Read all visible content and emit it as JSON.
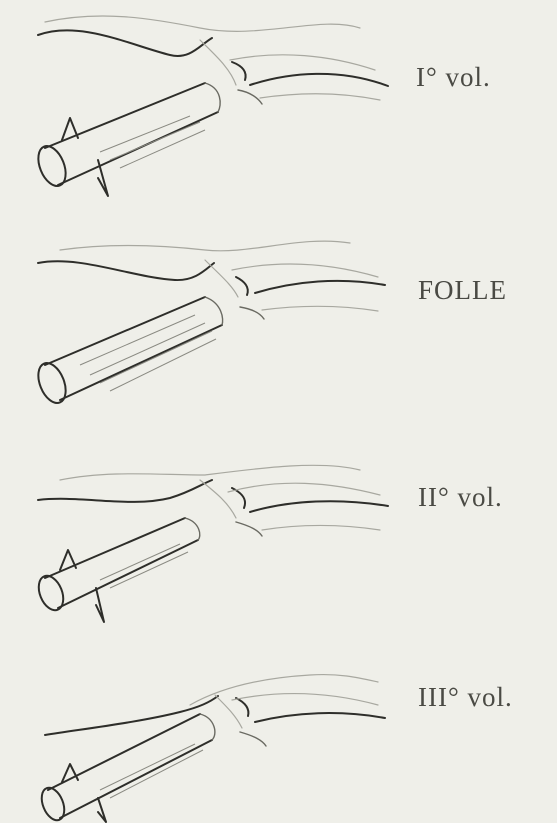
{
  "figures": [
    {
      "label": "I° vol."
    },
    {
      "label": "FOLLE"
    },
    {
      "label": "II° vol."
    },
    {
      "label": "III° vol."
    }
  ],
  "colors": {
    "paper": "#efefe9",
    "ink": "#2e2e2a",
    "label": "#4a4a44"
  }
}
